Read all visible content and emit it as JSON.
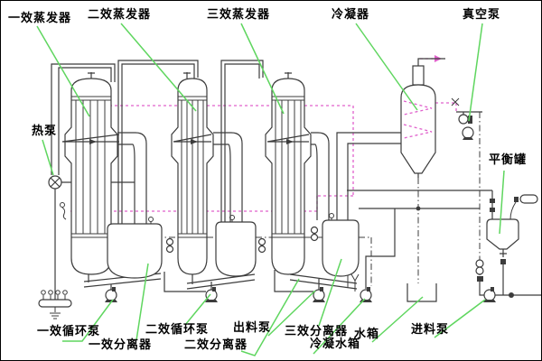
{
  "colors": {
    "bg": "#ffffff",
    "frame": "#000000",
    "line": "#3c3c3c",
    "vapor": "#e060cc",
    "leader": "#5fd65f",
    "label": "#000000"
  },
  "labels": {
    "evaporator1": "一效蒸发器",
    "evaporator2": "二效蒸发器",
    "evaporator3": "三效蒸发器",
    "condenser": "冷凝器",
    "vacuum_pump": "真空泵",
    "heat_pump": "热泵",
    "balance_tank": "平衡罐",
    "circulation_pump1": "一效循环泵",
    "separator1": "一效分离器",
    "circulation_pump2": "二效循环泵",
    "separator2": "二效分离器",
    "discharge_pump": "出料泵",
    "separator3": "三效分离器",
    "condensate_tank": "冷凝水箱",
    "water_tank": "水箱",
    "feed_pump": "进料泵"
  }
}
